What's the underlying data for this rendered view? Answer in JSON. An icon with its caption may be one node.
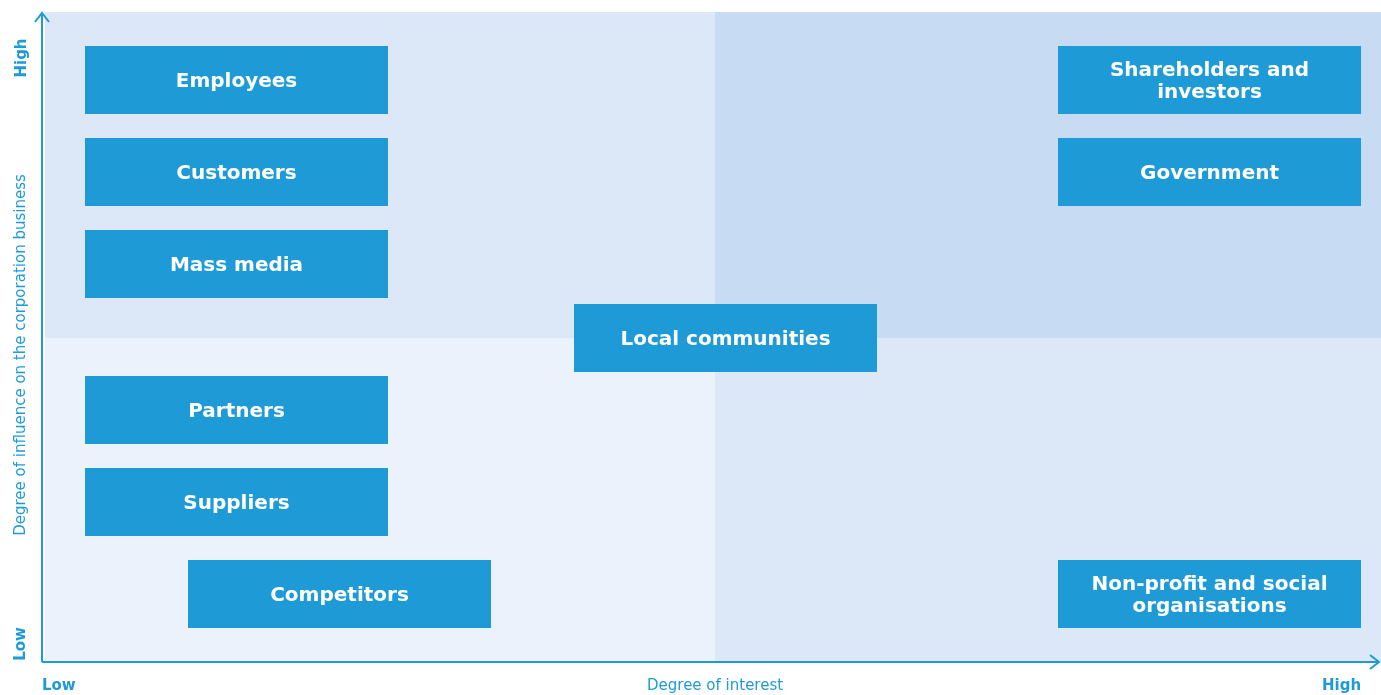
{
  "diagram": {
    "nodes": [
      {
        "text": [
          "Employees"
        ]
      },
      {
        "text": [
          "Shareholders and investors"
        ]
      },
      {
        "text": [
          "Customers"
        ]
      },
      {
        "text": [
          "Government"
        ]
      },
      {
        "text": [
          "Mass media"
        ]
      },
      {
        "text": [
          "Local communities"
        ]
      },
      {
        "text": [
          "Partners"
        ]
      },
      {
        "text": [
          "Suppliers"
        ]
      },
      {
        "text": [
          "Competitors"
        ]
      },
      {
        "text": [
          "Non-profit and social organisations"
        ]
      }
    ],
    "edges": [],
    "labels": [
      "High",
      "Degree of influence on the corporation business",
      "Low",
      "Low",
      "Degree of interest",
      "High"
    ]
  }
}
